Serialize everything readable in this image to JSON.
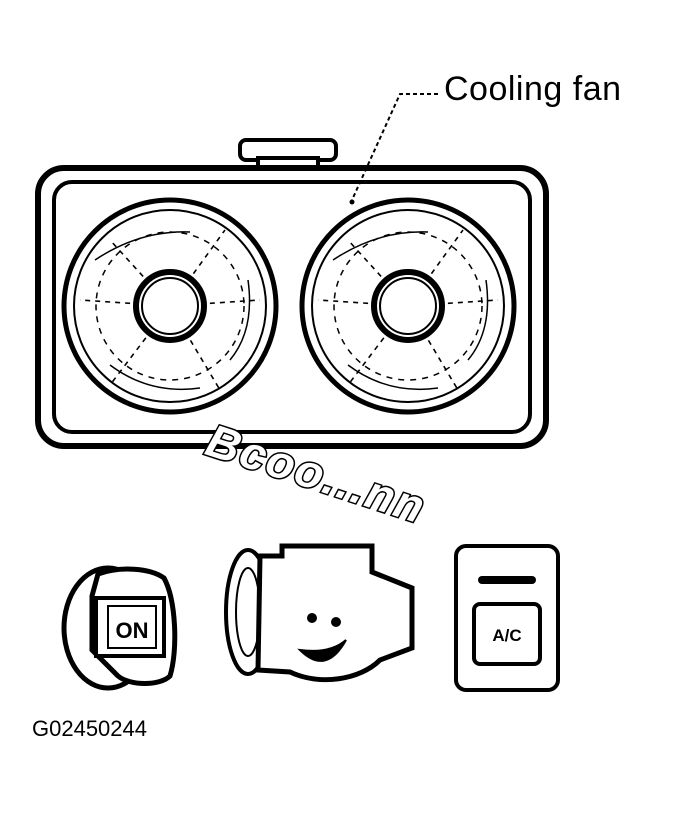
{
  "callout": {
    "label": "Cooling fan"
  },
  "sound_effect": "Bcoo...nn",
  "ignition": {
    "key_label": "ON"
  },
  "ac_switch": {
    "label": "A/C"
  },
  "figure_id": "G02450244"
}
